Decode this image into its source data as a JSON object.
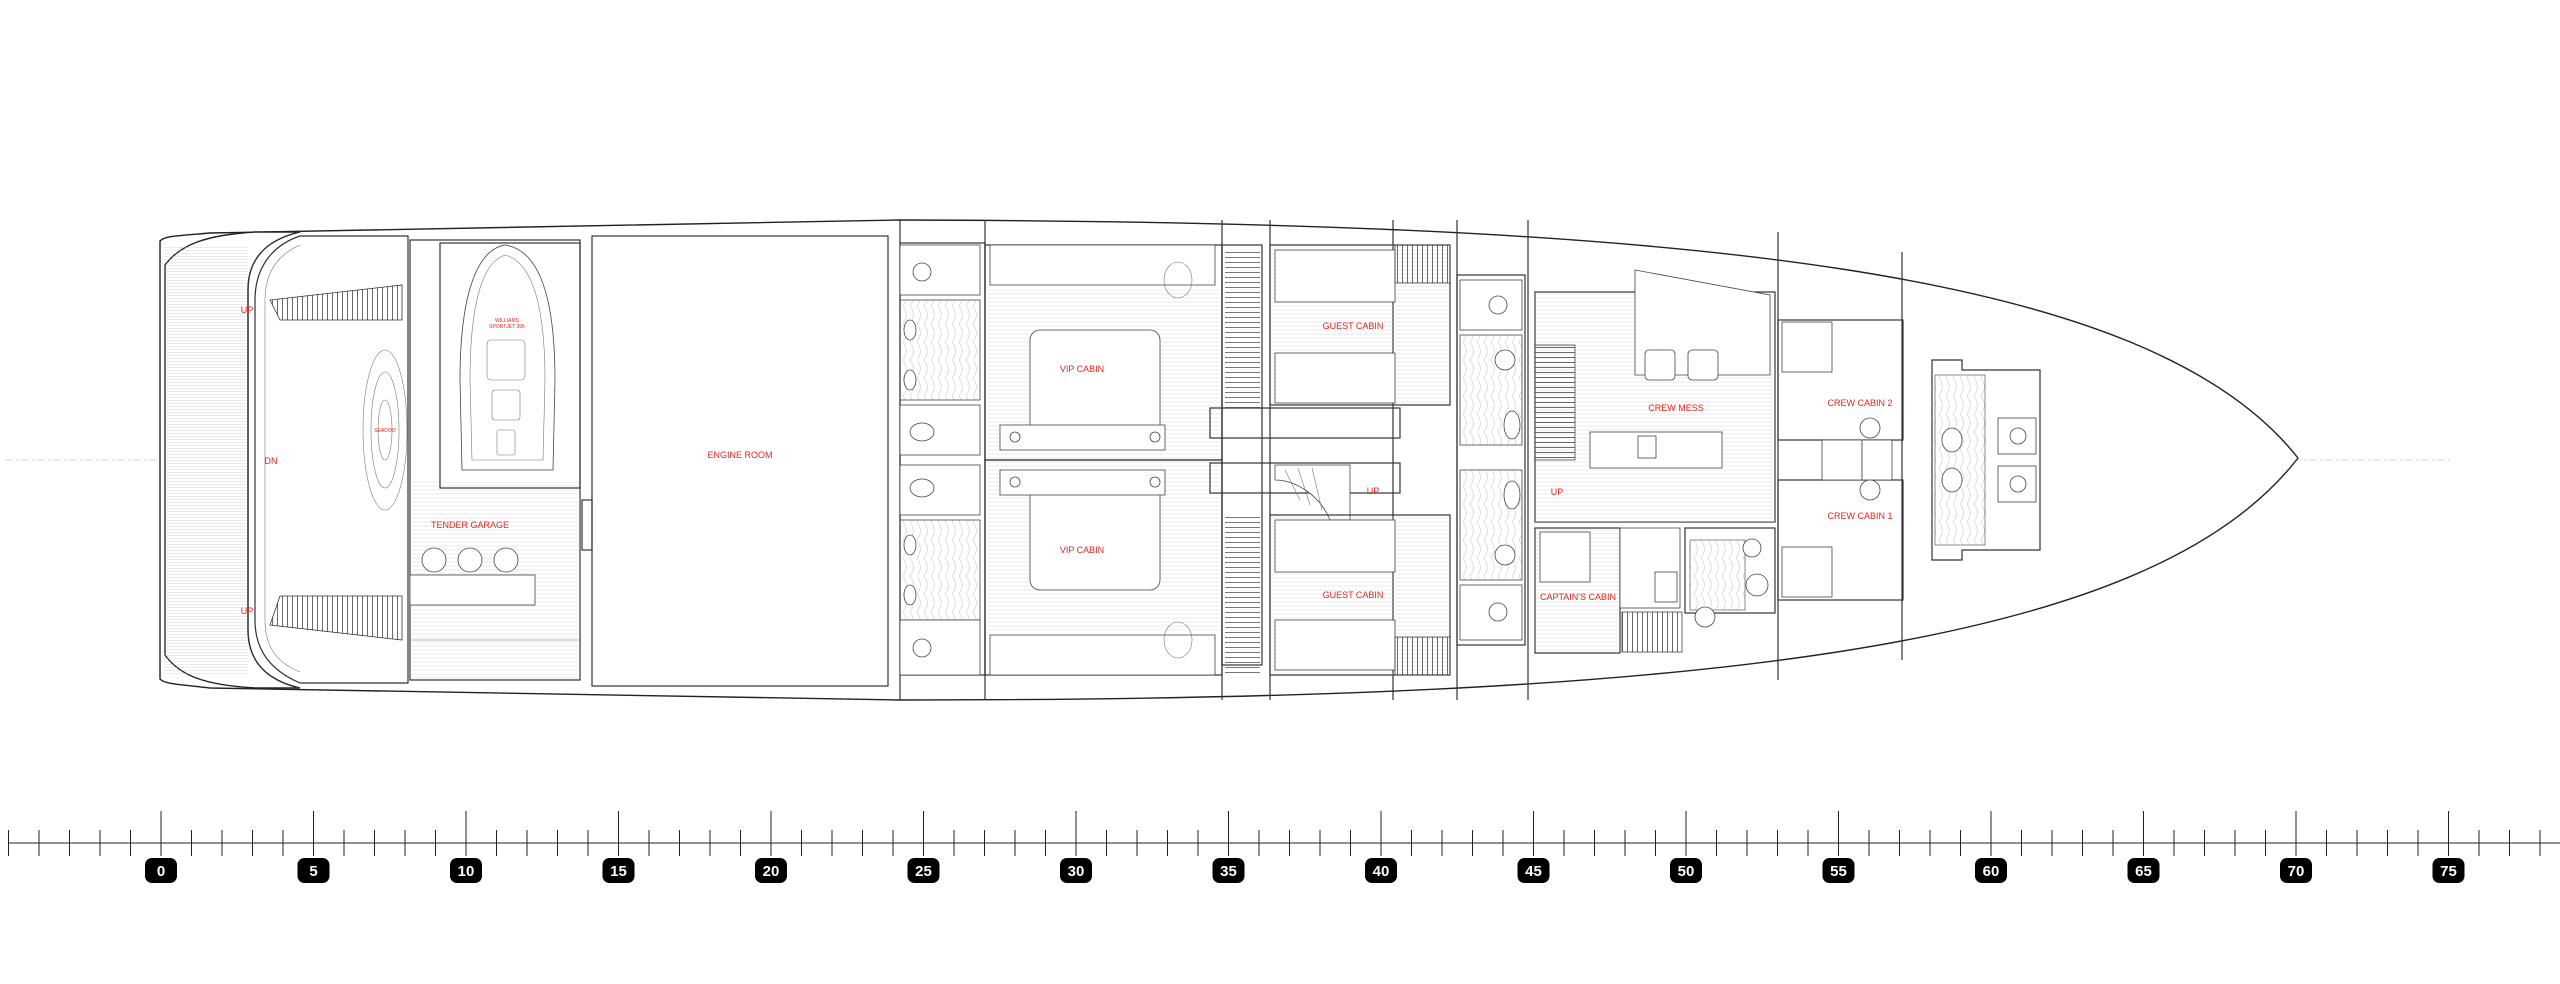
{
  "rooms": {
    "engine_room": "ENGINE ROOM",
    "tender_garage": "TENDER GARAGE",
    "vip_cabin_top": "VIP CABIN",
    "vip_cabin_bottom": "VIP CABIN",
    "guest_cabin_top": "GUEST CABIN",
    "guest_cabin_bottom": "GUEST CABIN",
    "crew_mess": "CREW MESS",
    "captains_cabin": "CAPTAIN'S CABIN",
    "crew_cabin_2": "CREW CABIN 2",
    "crew_cabin_1": "CREW CABIN 1"
  },
  "stair_labels": {
    "stern_up_top": "UP",
    "stern_dn": "DN",
    "stern_up_bottom": "UP",
    "lobby_up": "UP",
    "crew_up": "UP"
  },
  "ruler": {
    "labels": [
      "0",
      "5",
      "10",
      "15",
      "20",
      "25",
      "30",
      "35",
      "40",
      "45",
      "50",
      "55",
      "60",
      "65",
      "70",
      "75"
    ]
  },
  "colors": {
    "label_red": "#e0261f",
    "line": "#333333",
    "badge": "#000000"
  }
}
